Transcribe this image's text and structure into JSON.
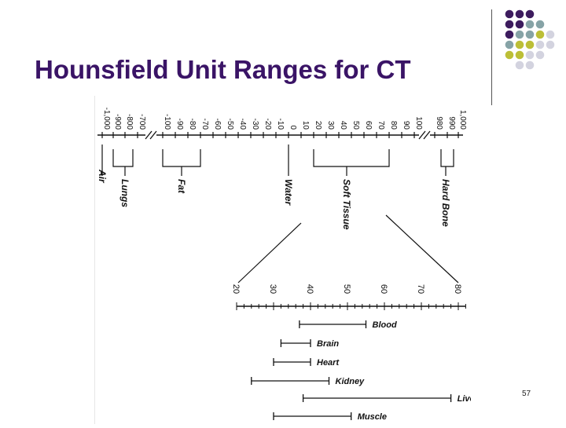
{
  "slide": {
    "title": "Hounsfield Unit Ranges for CT",
    "page_number": "57",
    "colors": {
      "title": "#3a1466",
      "dot_purple": "#3d1c5e",
      "dot_teal": "#86a3a6",
      "dot_olive": "#bcbf37",
      "dot_gray": "#d3d3df"
    }
  },
  "decoration": {
    "dot_grid": [
      [
        "purple",
        "purple",
        "purple",
        null,
        null
      ],
      [
        "purple",
        "purple",
        "teal",
        "teal",
        null
      ],
      [
        "purple",
        "teal",
        "teal",
        "olive",
        "gray"
      ],
      [
        "teal",
        "olive",
        "olive",
        "gray",
        "gray"
      ],
      [
        "olive",
        "olive",
        "gray",
        "gray",
        null
      ],
      [
        null,
        "gray",
        "gray",
        null,
        null
      ]
    ]
  },
  "diagram": {
    "top_scale_ticks": [
      "-1,000",
      "-900",
      "-800",
      "-700",
      "-100",
      "-90",
      "-80",
      "-70",
      "-60",
      "-50",
      "-40",
      "-30",
      "-20",
      "-10",
      "0",
      "10",
      "20",
      "30",
      "40",
      "50",
      "60",
      "70",
      "80",
      "90",
      "100",
      "980",
      "990",
      "1,000"
    ],
    "tissue_groups": [
      {
        "label": "Air"
      },
      {
        "label": "Lungs"
      },
      {
        "label": "Fat"
      },
      {
        "label": "Water"
      },
      {
        "label": "Soft Tissue"
      },
      {
        "label": "Hard Bone"
      }
    ],
    "zoom_scale_ticks": [
      "20",
      "30",
      "40",
      "50",
      "60",
      "70",
      "80"
    ],
    "organ_ranges": [
      {
        "label": "Blood",
        "low": 37,
        "high": 55
      },
      {
        "label": "Brain",
        "low": 32,
        "high": 40
      },
      {
        "label": "Heart",
        "low": 30,
        "high": 40
      },
      {
        "label": "Kidney",
        "low": 24,
        "high": 45
      },
      {
        "label": "Liver",
        "low": 38,
        "high": 78
      },
      {
        "label": "Muscle",
        "low": 30,
        "high": 51
      }
    ]
  }
}
